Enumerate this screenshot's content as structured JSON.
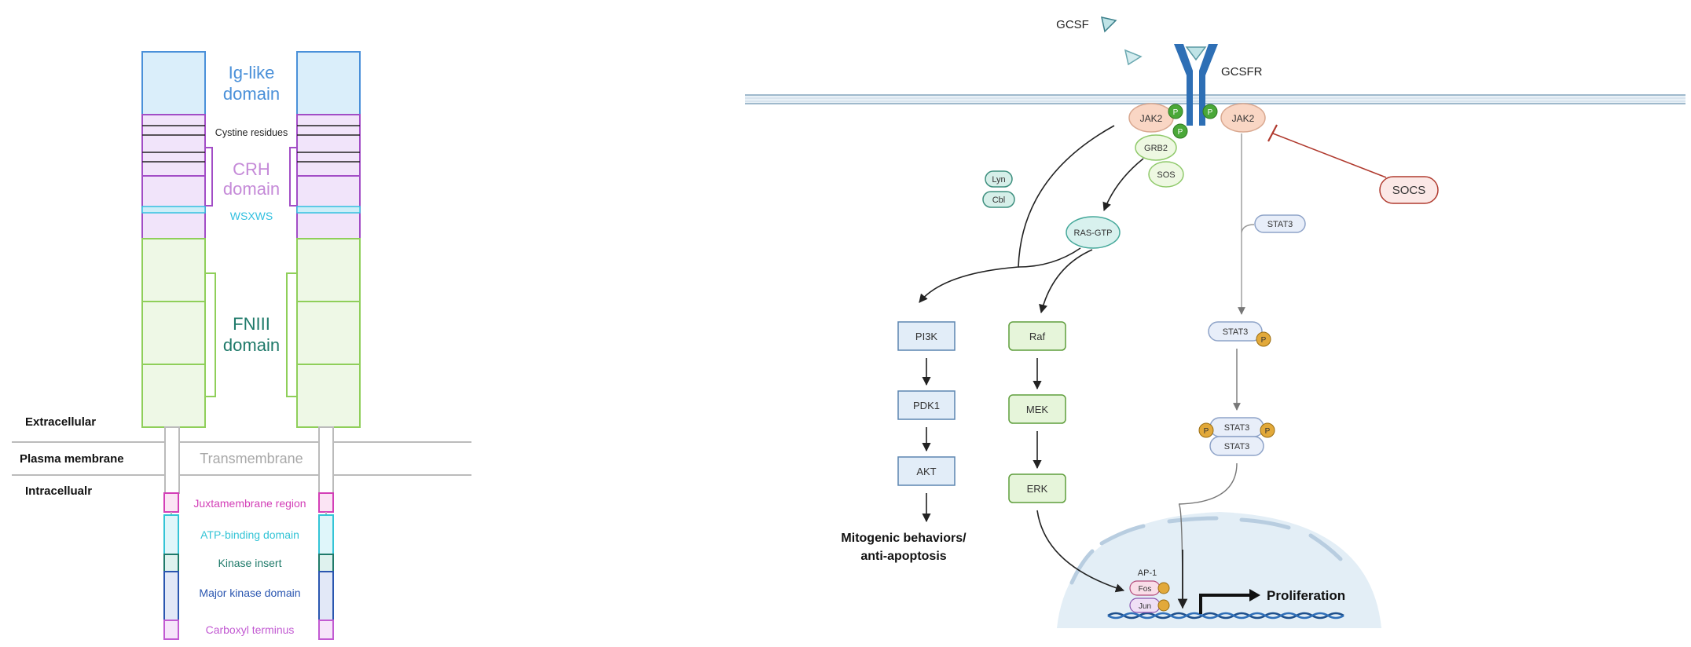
{
  "receptor_structure": {
    "ig_like": "Ig-like",
    "ig_like_2": "domain",
    "cystine": "Cystine residues",
    "crh": "CRH",
    "crh_2": "domain",
    "wsxws": "WSXWS",
    "fniii": "FNIII",
    "fniii_2": "domain",
    "extracellular": "Extracellular",
    "plasma_membrane": "Plasma membrane",
    "transmembrane": "Transmembrane",
    "intracellular": "Intracellualr",
    "juxtamembrane": "Juxtamembrane region",
    "atp_binding": "ATP-binding domain",
    "kinase_insert": "Kinase insert",
    "major_kinase": "Major kinase domain",
    "carboxyl": "Carboxyl terminus"
  },
  "pathway": {
    "gcsf": "GCSF",
    "gcsfr": "GCSFR",
    "jak2_left": "JAK2",
    "jak2_right": "JAK2",
    "p": "P",
    "grb2": "GRB2",
    "sos": "SOS",
    "lyn": "Lyn",
    "cbl": "Cbl",
    "ras_gtp": "RAS-GTP",
    "socs": "SOCS",
    "stat3_top": "STAT3",
    "stat3_p": "STAT3",
    "stat3_dimer_top": "STAT3",
    "stat3_dimer_bottom": "STAT3",
    "pi3k": "PI3K",
    "pdk1": "PDK1",
    "akt": "AKT",
    "raf": "Raf",
    "mek": "MEK",
    "erk": "ERK",
    "outcome_1": "Mitogenic behaviors/",
    "outcome_2": "anti-apoptosis",
    "ap1": "AP-1",
    "fos": "Fos",
    "jun": "Jun",
    "proliferation": "Proliferation"
  },
  "colors": {
    "ig": "#4a90d9",
    "crh": "#a24dc6",
    "wsxws": "#33c0e0",
    "fniii_box": "#8fcf5a",
    "fniii_text": "#1f7a6a",
    "juxtamembrane": "#d33fb7",
    "atp": "#33c4d6",
    "kinase_insert": "#1f7a6a",
    "major_kinase": "#2a56b0",
    "carboxyl": "#c25ad2",
    "socs_inhibit": "#b03a2e",
    "receptor_blue": "#2e6fb5"
  }
}
